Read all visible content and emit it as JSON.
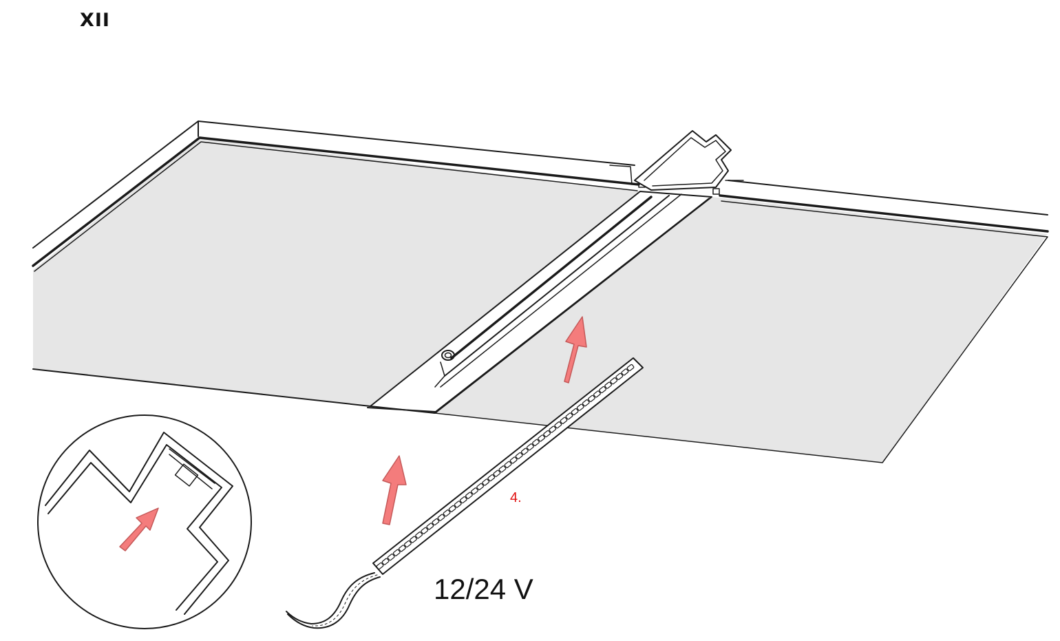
{
  "step": {
    "label": "XII"
  },
  "annotations": {
    "order_number": "4.",
    "voltage": "12/24 V"
  },
  "colors": {
    "line": "#1a1a1a",
    "panel_fill": "#e6e6e6",
    "arrow_fill": "#f47c7c",
    "arrow_stroke": "#c45858",
    "order_text": "#e01010",
    "background": "#ffffff"
  },
  "icons": {
    "arrows": [
      "up-arrow-icon",
      "up-arrow-icon",
      "up-arrow-icon"
    ]
  }
}
